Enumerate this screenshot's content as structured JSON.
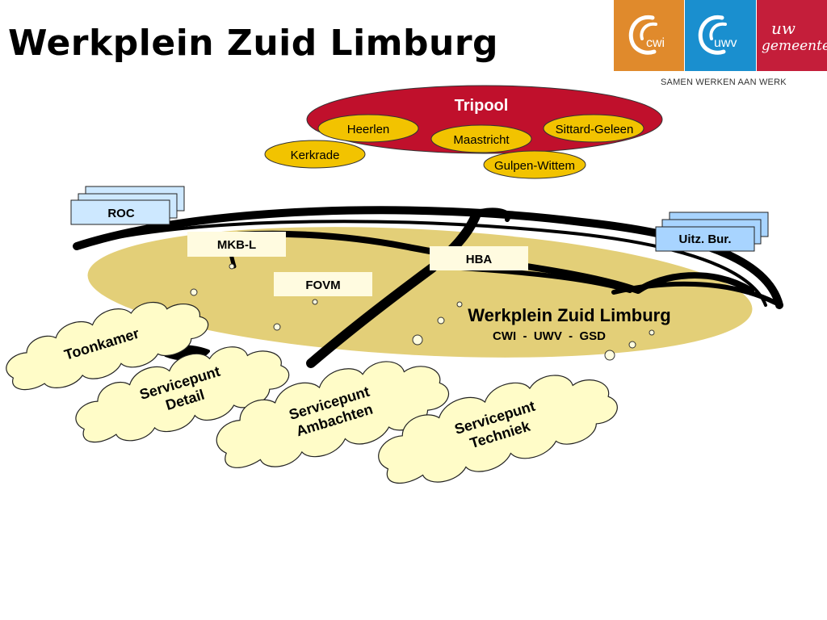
{
  "header": {
    "title": "Werkplein Zuid Limburg",
    "tagline": "SAMEN WERKEN AAN WERK",
    "logos": [
      {
        "name": "cwi",
        "text": "cwi",
        "color": "#e08a2c"
      },
      {
        "name": "uwv",
        "text": "uwv",
        "color": "#1a8fcf"
      },
      {
        "name": "gemeente",
        "text_line1": "uw",
        "text_line2": "gemeente",
        "color": "#c41e3a"
      }
    ]
  },
  "tripool": {
    "label": "Tripool",
    "color": "#c0102c",
    "cities": [
      "Heerlen",
      "Sittard-Geleen",
      "Maastricht",
      "Kerkrade",
      "Gulpen-Wittem"
    ]
  },
  "stacks": {
    "roc": "ROC",
    "uitz": "Uitz. Bur."
  },
  "labels": {
    "mkbl": "MKB-L",
    "hba": "HBA",
    "fovm": "FOVM"
  },
  "werkplein": {
    "title": "Werkplein Zuid Limburg",
    "subtitle": "CWI  -  UWV  -  GSD",
    "color": "#e3cf78"
  },
  "clouds": {
    "toonkamer": "Toonkamer",
    "detail": [
      "Servicepunt",
      "Detail"
    ],
    "ambachten": [
      "Servicepunt",
      "Ambachten"
    ],
    "techniek": [
      "Servicepunt",
      "Techniek"
    ]
  }
}
